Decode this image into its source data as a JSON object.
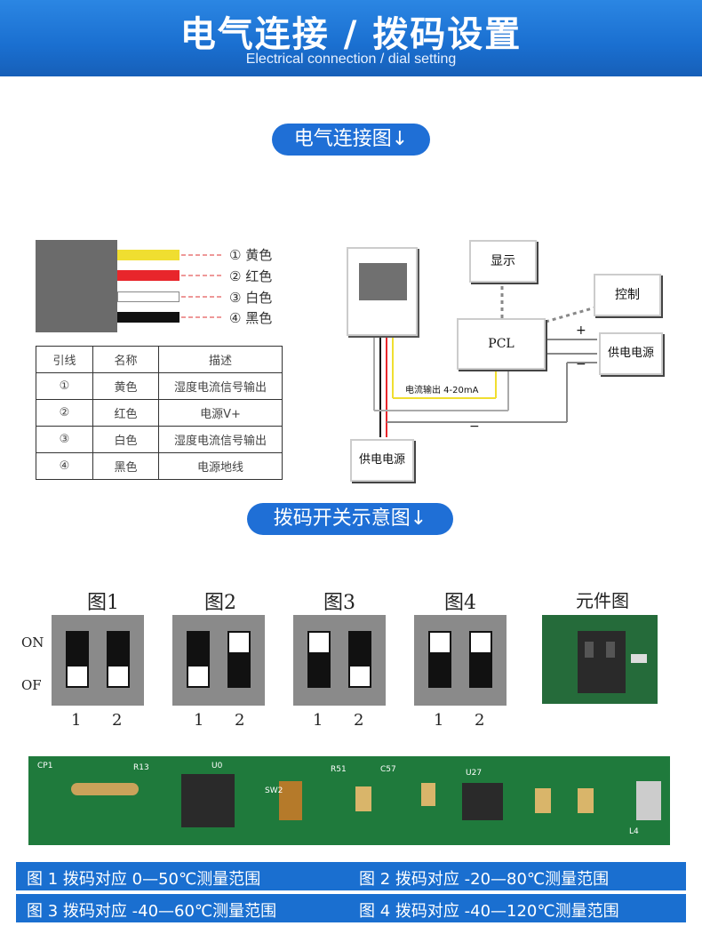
{
  "header": {
    "title": "电气连接 / 拨码设置",
    "subtitle": "Electrical connection / dial setting"
  },
  "sections": {
    "wiring_pill": "电气连接图↓",
    "dip_pill": "拨码开关示意图↓"
  },
  "wires": [
    {
      "num": "① 黄色",
      "color": "#f0de30"
    },
    {
      "num": "② 红色",
      "color": "#e8262b"
    },
    {
      "num": "③ 白色",
      "color": "#ffffff"
    },
    {
      "num": "④ 黑色",
      "color": "#111111"
    }
  ],
  "wire_table": {
    "headers": [
      "引线",
      "名称",
      "描述"
    ],
    "rows": [
      [
        "①",
        "黄色",
        "湿度电流信号输出"
      ],
      [
        "②",
        "红色",
        "电源V+"
      ],
      [
        "③",
        "白色",
        "湿度电流信号输出"
      ],
      [
        "④",
        "黑色",
        "电源地线"
      ]
    ]
  },
  "connection": {
    "display": "显示",
    "control": "控制",
    "pcl": "PCL",
    "power_right": "供电电源",
    "power_bottom": "供电电源",
    "current_out": "电流输出 4-20mA",
    "plus": "+",
    "minus_right": "−",
    "minus_bottom": "−"
  },
  "dip_figures": {
    "on_label": "ON",
    "off_label": "OF",
    "figures": [
      {
        "label": "图1",
        "sw1": "off",
        "sw2": "off",
        "pins": [
          "1",
          "2"
        ]
      },
      {
        "label": "图2",
        "sw1": "off",
        "sw2": "on",
        "pins": [
          "1",
          "2"
        ]
      },
      {
        "label": "图3",
        "sw1": "on",
        "sw2": "off",
        "pins": [
          "1",
          "2"
        ]
      },
      {
        "label": "图4",
        "sw1": "on",
        "sw2": "on",
        "pins": [
          "1",
          "2"
        ]
      }
    ],
    "component_label": "元件图"
  },
  "pcb_labels": [
    "CP1",
    "R13",
    "U0",
    "SW2",
    "R51",
    "C57",
    "U27",
    "L4"
  ],
  "ranges": [
    "图 1 拨码对应 0—50℃测量范围",
    "图 2 拨码对应 -20—80℃测量范围",
    "图 3 拨码对应 -40—60℃测量范围",
    "图 4 拨码对应 -40—120℃测量范围"
  ]
}
